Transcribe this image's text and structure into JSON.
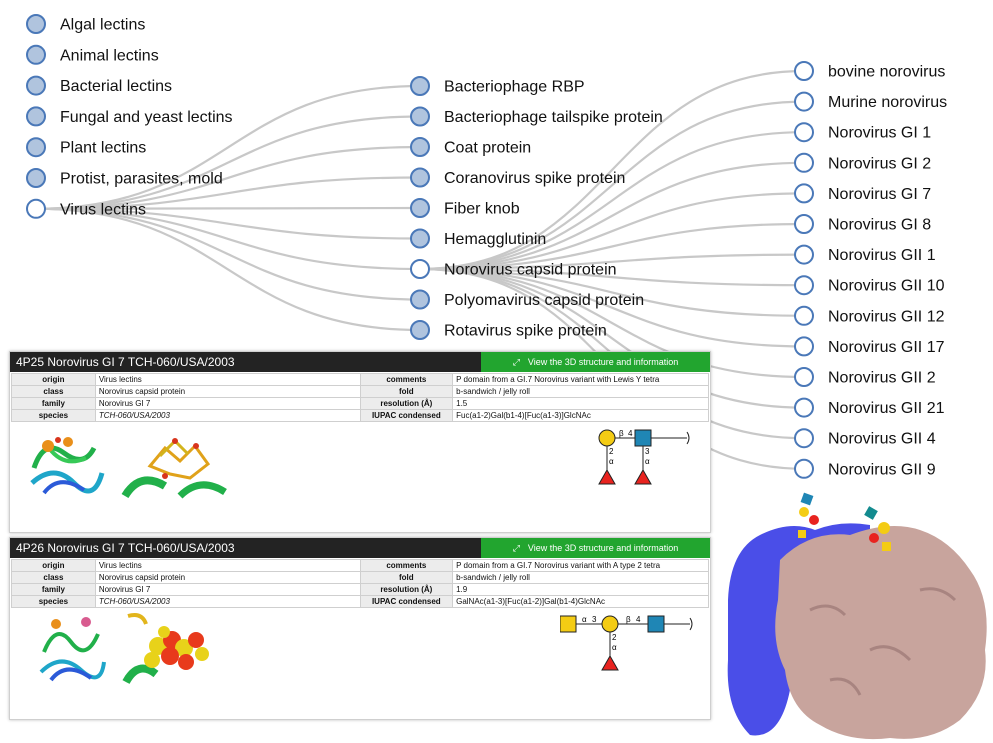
{
  "tree": {
    "column1": [
      "Algal lectins",
      "Animal lectins",
      "Bacterial lectins",
      "Fungal and yeast lectins",
      "Plant lectins",
      "Protist, parasites, mold",
      "Virus lectins"
    ],
    "column2": [
      "Bacteriophage RBP",
      "Bacteriophage tailspike protein",
      "Coat protein",
      "Coranovirus spike protein",
      "Fiber knob",
      "Hemagglutinin",
      "Norovirus capsid protein",
      "Polyomavirus capsid protein",
      "Rotavirus spike protein"
    ],
    "column3": [
      "bovine norovirus",
      "Murine norovirus",
      "Norovirus GI 1",
      "Norovirus GI 2",
      "Norovirus GI 7",
      "Norovirus GI 8",
      "Norovirus GII 1",
      "Norovirus GII 10",
      "Norovirus GII 12",
      "Norovirus GII 17",
      "Norovirus GII 2",
      "Norovirus GII 21",
      "Norovirus GII 4",
      "Norovirus GII 9"
    ],
    "expanded_col1": "Virus lectins",
    "expanded_col2": "Norovirus capsid protein"
  },
  "colors": {
    "collapsed_fill": "#b0c4de",
    "expanded_fill": "#ffffff",
    "node_stroke": "#4a78b8",
    "link": "#c8c8c8",
    "header_bg": "#232323",
    "button_bg": "#22a52f",
    "protein_surface": "#c8a49d",
    "protein_chain_b": "#4a4ee8",
    "glycan_blue": "#1f86b5",
    "glycan_yellow": "#f4cc14",
    "glycan_red": "#e8231f"
  },
  "cards": [
    {
      "title": "4P25 Norovirus GI 7 TCH-060/USA/2003",
      "button": "View the 3D structure and information",
      "rows": [
        {
          "label1": "origin",
          "value1": "Virus lectins",
          "label2": "comments",
          "value2": "P domain from a GI.7 Norovirus variant with Lewis Y tetra"
        },
        {
          "label1": "class",
          "value1": "Norovirus capsid protein",
          "label2": "fold",
          "value2": "b-sandwich / jelly roll"
        },
        {
          "label1": "family",
          "value1": "Norovirus GI 7",
          "label2": "resolution (Å)",
          "value2": "1.5"
        },
        {
          "label1": "species",
          "value1": "TCH-060/USA/2003",
          "label2": "IUPAC condensed",
          "value2": "Fuc(a1-2)Gal(b1-4)[Fuc(a1-3)]GlcNAc"
        }
      ],
      "glycan_labels": {
        "link1": "β",
        "pos1": "4",
        "link2": "2",
        "anomer2": "α",
        "link3": "3",
        "anomer3": "α"
      }
    },
    {
      "title": "4P26 Norovirus GI 7 TCH-060/USA/2003",
      "button": "View the 3D structure and information",
      "rows": [
        {
          "label1": "origin",
          "value1": "Virus lectins",
          "label2": "comments",
          "value2": "P domain from a GI.7 Norovirus variant with A type 2 tetra"
        },
        {
          "label1": "class",
          "value1": "Norovirus capsid protein",
          "label2": "fold",
          "value2": "b-sandwich / jelly roll"
        },
        {
          "label1": "family",
          "value1": "Norovirus GI 7",
          "label2": "resolution (Å)",
          "value2": "1.9"
        },
        {
          "label1": "species",
          "value1": "TCH-060/USA/2003",
          "label2": "IUPAC condensed",
          "value2": "GalNAc(a1-3)[Fuc(a1-2)]Gal(b1-4)GlcNAc"
        }
      ],
      "glycan_labels": {
        "anomer1": "α",
        "pos1": "3",
        "link2": "β",
        "pos2": "4",
        "link3": "2",
        "anomer3": "α"
      }
    }
  ]
}
